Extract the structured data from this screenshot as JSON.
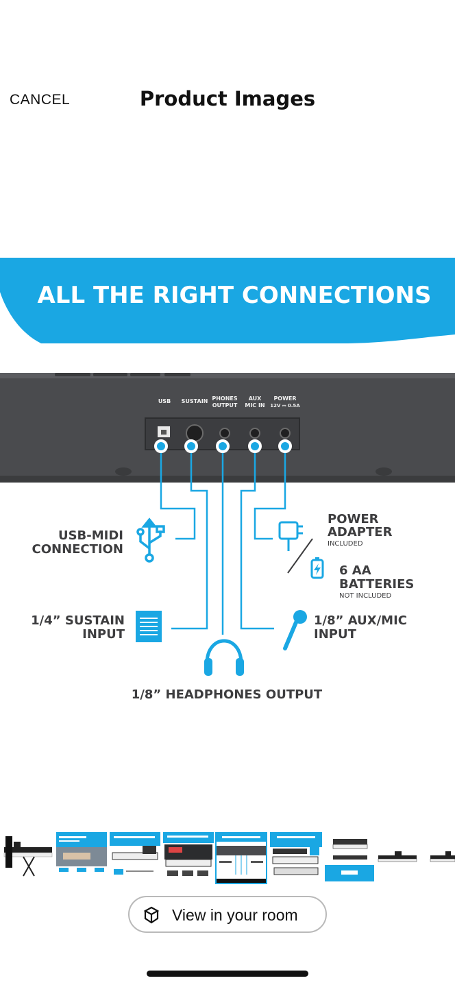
{
  "header": {
    "cancel_label": "CANCEL",
    "title": "Product Images"
  },
  "product_image": {
    "banner": "ALL THE RIGHT CONNECTIONS",
    "ports": {
      "usb": "USB",
      "sustain": "SUSTAIN",
      "phones_line1": "PHONES",
      "phones_line2": "OUTPUT",
      "aux_line1": "AUX",
      "aux_line2": "MIC IN",
      "power_line1": "POWER",
      "power_line2": "12V ⎓ 0.5A"
    },
    "labels": {
      "usb_line1": "USB-MIDI",
      "usb_line2": "CONNECTION",
      "power_line1": "POWER",
      "power_line2": "ADAPTER",
      "power_note": "INCLUDED",
      "batteries_line1": "6 AA",
      "batteries_line2": "BATTERIES",
      "batteries_note": "NOT INCLUDED",
      "sustain_line1": "1/4” SUSTAIN",
      "sustain_line2": "INPUT",
      "aux_line1": "1/8” AUX/MIC",
      "aux_line2": "INPUT",
      "headphones": "1/8” HEADPHONES OUTPUT"
    }
  },
  "thumbnails": [
    {
      "name": "keyboard-stand-bundle"
    },
    {
      "name": "motion-play-app"
    },
    {
      "name": "excellent-for-beginners"
    },
    {
      "name": "realistic-sound-library"
    },
    {
      "name": "all-the-right-connections",
      "selected": true
    },
    {
      "name": "everything-you-need"
    },
    {
      "name": "dimensions"
    },
    {
      "name": "keyboard-side-view"
    },
    {
      "name": "keyboard-front-view"
    }
  ],
  "room_button": {
    "label": "View in your room",
    "icon": "ar-cube-icon"
  },
  "colors": {
    "accent_blue": "#1aa7e3",
    "panel_dark": "#4a4b4e",
    "text_dark": "#3d3d3f"
  }
}
